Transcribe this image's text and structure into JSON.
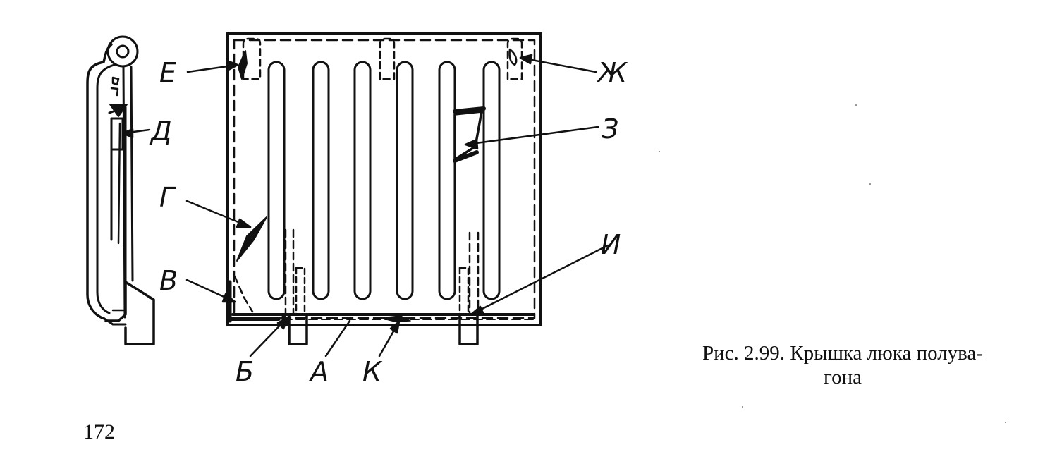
{
  "figure": {
    "labels": {
      "e": "Е",
      "d": "Д",
      "g": "Г",
      "v": "В",
      "zh": "Ж",
      "z": "З",
      "i": "И",
      "b": "Б",
      "a": "А",
      "k": "К"
    },
    "caption_line1": "Рис. 2.99. Крышка люка полува-",
    "caption_line2": "гона"
  },
  "page_number": "172",
  "colors": {
    "ink": "#111111",
    "paper": "#ffffff"
  }
}
